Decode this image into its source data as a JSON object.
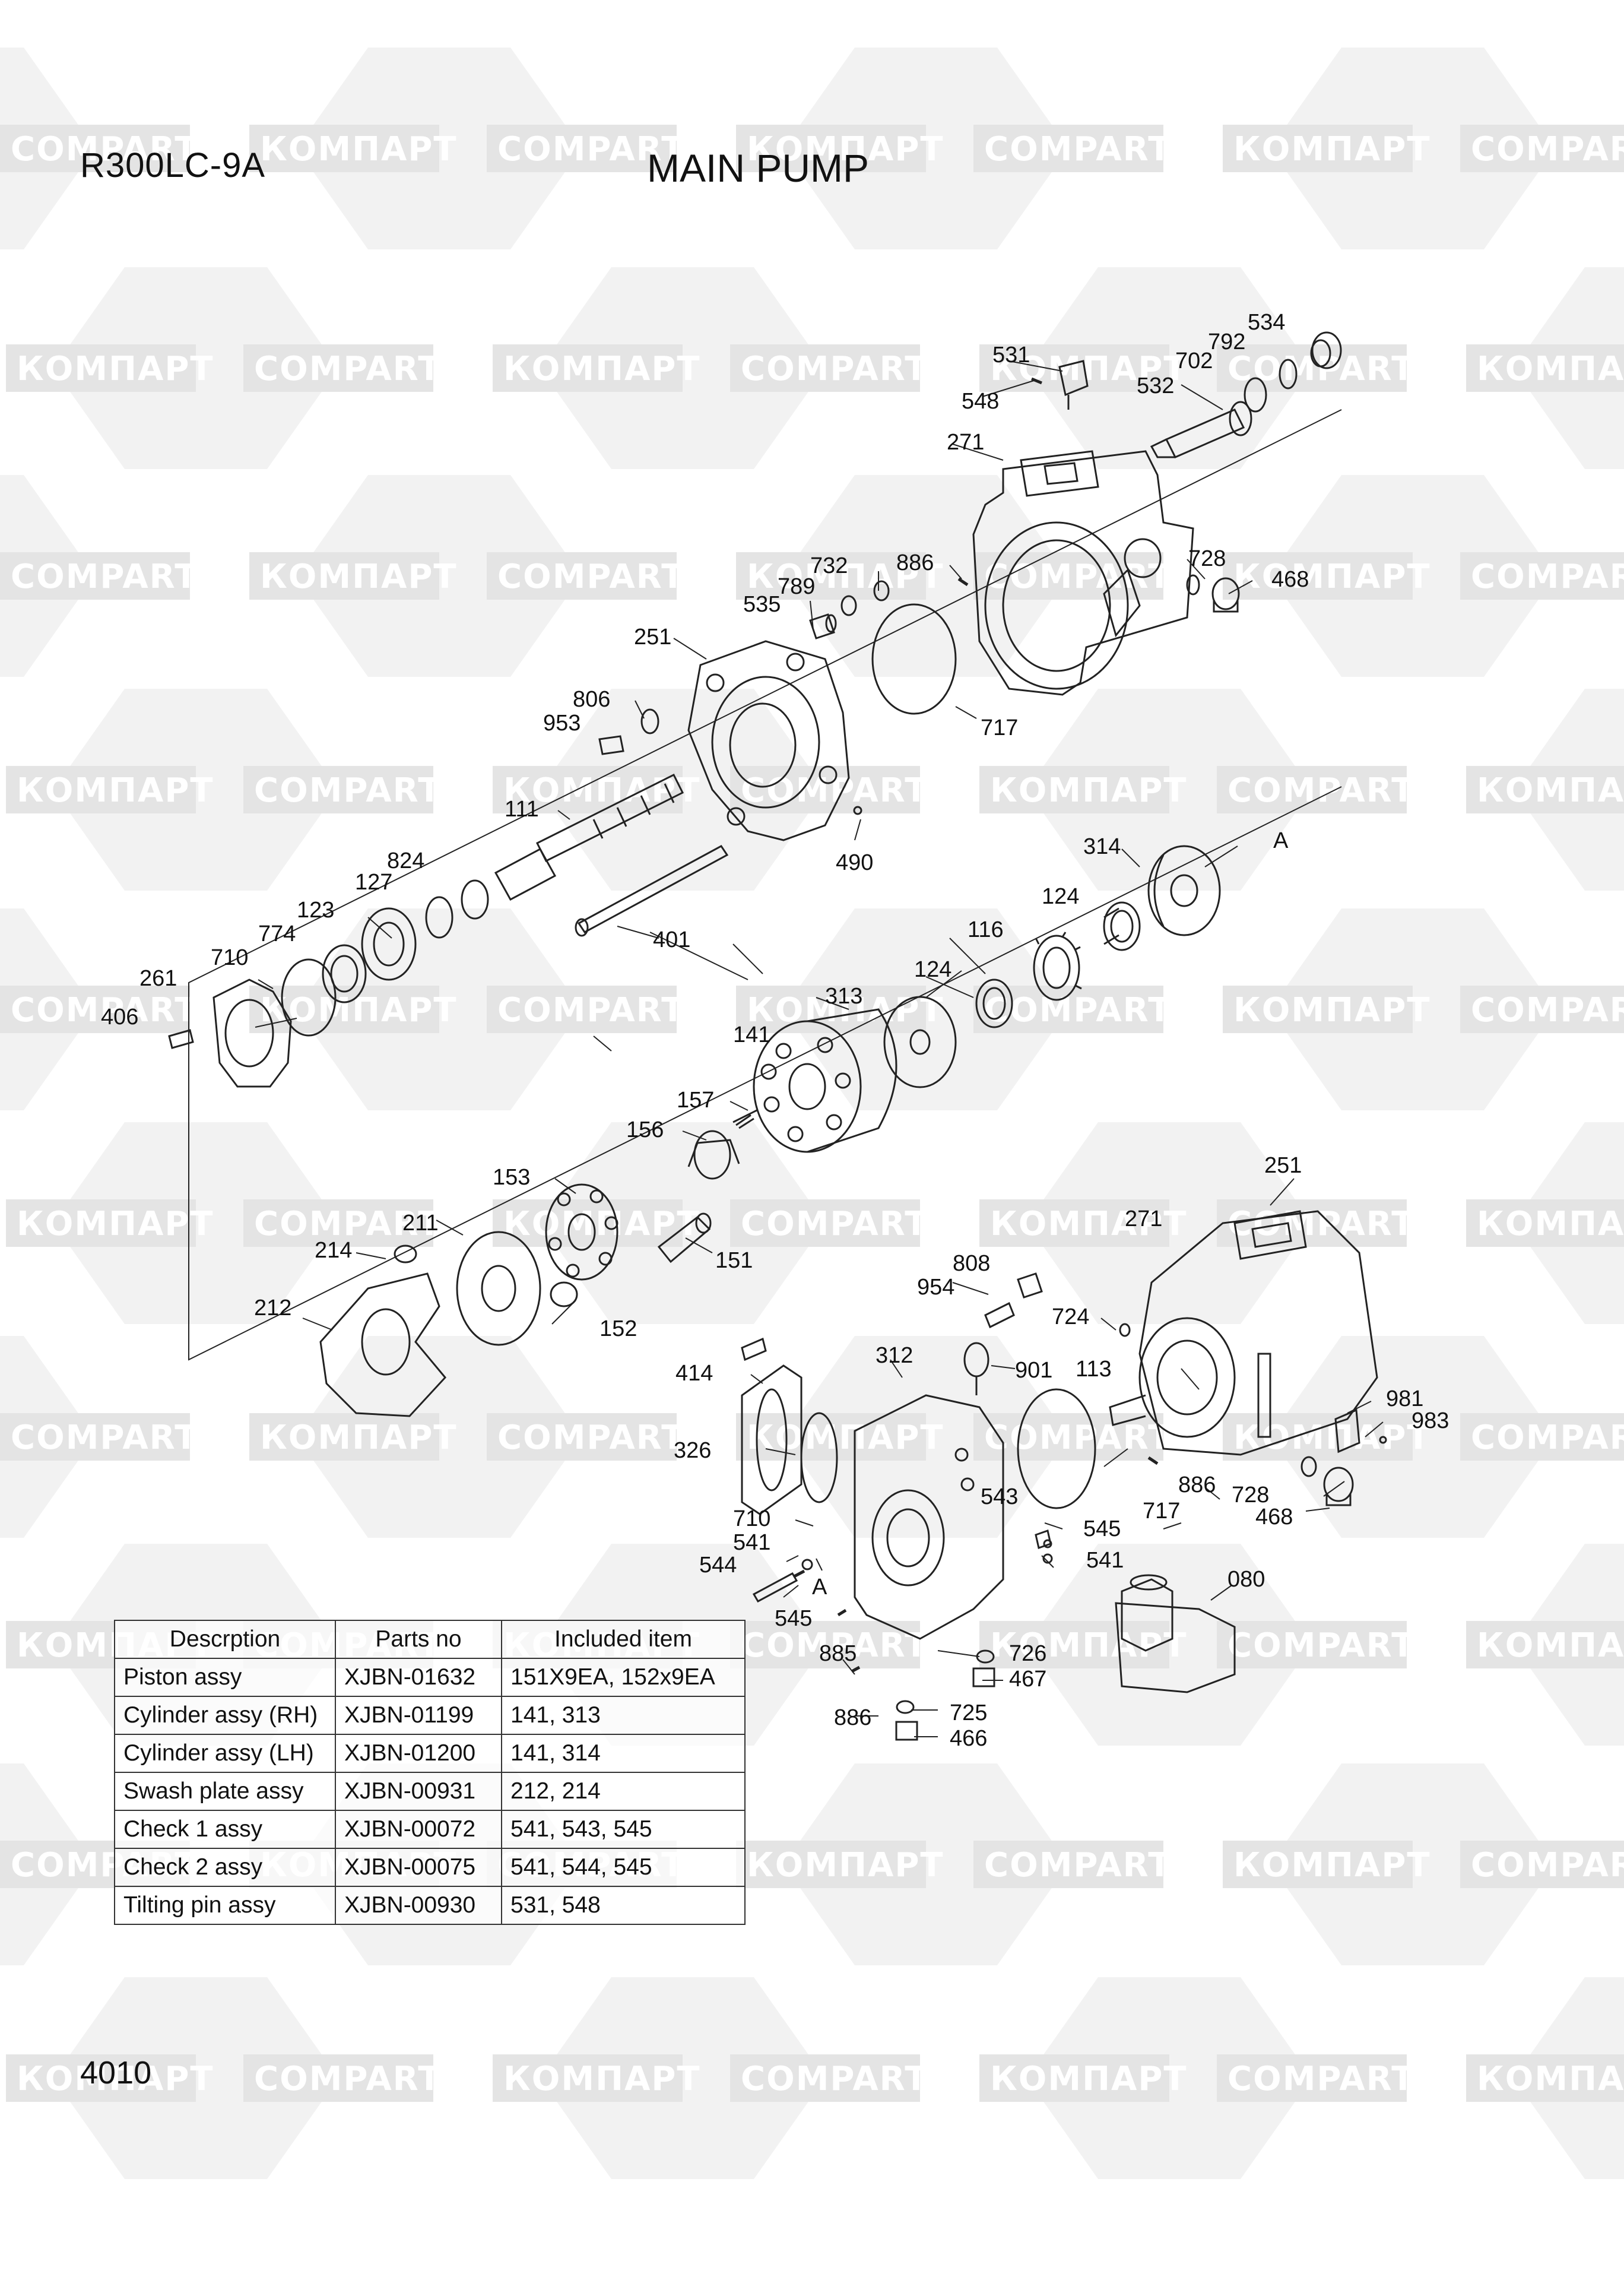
{
  "header": {
    "model": "R300LC-9A",
    "title": "MAIN PUMP"
  },
  "page_number": "4010",
  "watermark": {
    "texts": [
      "КОМПАРТ",
      "COMPART"
    ]
  },
  "callouts": [
    "531",
    "534",
    "792",
    "702",
    "548",
    "532",
    "271",
    "732",
    "886",
    "728",
    "789",
    "468",
    "535",
    "251",
    "806",
    "953",
    "717",
    "111",
    "490",
    "314",
    "A",
    "824",
    "127",
    "124",
    "123",
    "116",
    "774",
    "710",
    "261",
    "124",
    "406",
    "401",
    "313",
    "141",
    "157",
    "156",
    "153",
    "211",
    "214",
    "151",
    "808",
    "251",
    "954",
    "152",
    "271",
    "212",
    "724",
    "312",
    "901",
    "414",
    "113",
    "981",
    "326",
    "983",
    "710",
    "543",
    "886",
    "541",
    "545",
    "728",
    "544",
    "541",
    "468",
    "717",
    "A",
    "545",
    "080",
    "726",
    "885",
    "467",
    "725",
    "886",
    "466"
  ],
  "parts_table": {
    "headers": [
      "Descrption",
      "Parts no",
      "Included item"
    ],
    "rows": [
      [
        "Piston assy",
        "XJBN-01632",
        "151X9EA, 152x9EA"
      ],
      [
        "Cylinder assy (RH)",
        "XJBN-01199",
        "141, 313"
      ],
      [
        "Cylinder assy (LH)",
        "XJBN-01200",
        "141, 314"
      ],
      [
        "Swash plate assy",
        "XJBN-00931",
        "212, 214"
      ],
      [
        "Check 1 assy",
        "XJBN-00072",
        "541, 543, 545"
      ],
      [
        "Check 2 assy",
        "XJBN-00075",
        "541, 544, 545"
      ],
      [
        "Tilting pin assy",
        "XJBN-00930",
        "531, 548"
      ]
    ]
  }
}
